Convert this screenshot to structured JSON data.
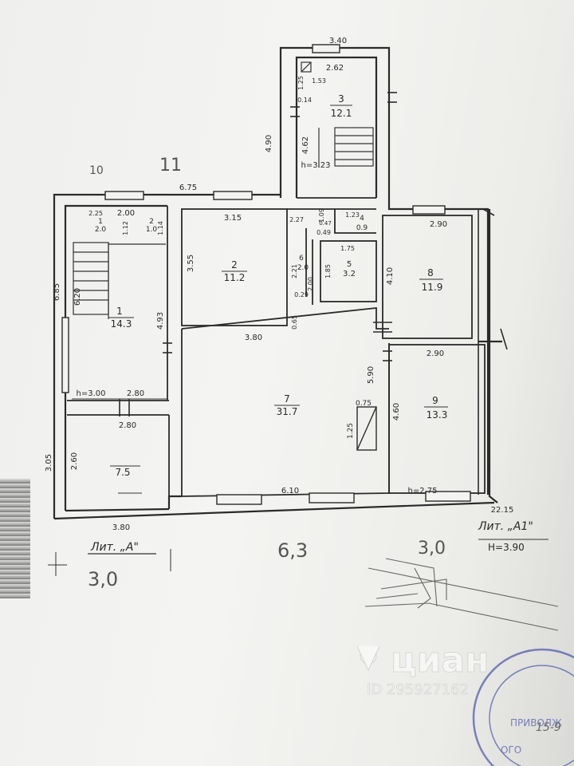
{
  "plan": {
    "rooms": [
      {
        "id": "1",
        "number": "1",
        "area": "14.3"
      },
      {
        "id": "2",
        "number": "2",
        "area": "11.2"
      },
      {
        "id": "3",
        "number": "3",
        "area": "12.1"
      },
      {
        "id": "4",
        "number": "4",
        "area": "0.9"
      },
      {
        "id": "5",
        "number": "5",
        "area": "3.2"
      },
      {
        "id": "6",
        "number": "6",
        "area": "2.0"
      },
      {
        "id": "7",
        "number": "7",
        "area": "31.7"
      },
      {
        "id": "8",
        "number": "8",
        "area": "11.9"
      },
      {
        "id": "9",
        "number": "9",
        "area": "13.3"
      },
      {
        "id": "10",
        "number": "",
        "area": "7.5"
      },
      {
        "id": "wc1",
        "number": "1",
        "area": "2.0"
      },
      {
        "id": "wc2",
        "number": "2",
        "area": "1.0"
      }
    ],
    "dims": {
      "d340": "3.40",
      "d262": "2.62",
      "d153": "1.53",
      "d125": "1.25",
      "d014": "0.14",
      "d490": "4.90",
      "d462": "4.62",
      "h323": "h=3.23",
      "d675": "6.75",
      "d315": "3.15",
      "d355": "3.55",
      "d380a": "3.80",
      "d225": "2.25",
      "d200top": "2.00",
      "d112": "1.12",
      "d114": "1.14",
      "d685": "6.85",
      "d620": "6.20",
      "d493": "4.93",
      "h300": "h=3.00",
      "d280a": "2.80",
      "d280b": "2.80",
      "d260": "2.60",
      "d305": "3.05",
      "d380b": "3.80",
      "d610": "6.10",
      "d290a": "2.90",
      "d410": "4.10",
      "d290b": "2.90",
      "d590": "5.90",
      "d460": "4.60",
      "h275": "h=2.75",
      "d075": "0.75",
      "d125b": "1.25",
      "d175": "1.75",
      "d185": "1.85",
      "d029": "0.29",
      "d065": "0.65",
      "d227": "2.27",
      "d109": "1.09",
      "d123": "1.23",
      "d049": "0.49",
      "d047": "0.47",
      "d221": "2.21",
      "d200b": "2.00",
      "d223": "22.15"
    },
    "labels": {
      "lit_a": "Лит. „А\"",
      "lit_a1": "Лит. „А1\"",
      "height": "H=3.90"
    },
    "handwritten": {
      "n10": "10",
      "n11": "11",
      "m63": "6,3",
      "m30a": "3,0",
      "m30b": "3,0"
    }
  },
  "watermark": {
    "brand": "циан",
    "id": "ID 295927162"
  },
  "stamp": {
    "text": "ПРИВОЛЖ",
    "text2": "ОГО",
    "date": "15-9"
  }
}
